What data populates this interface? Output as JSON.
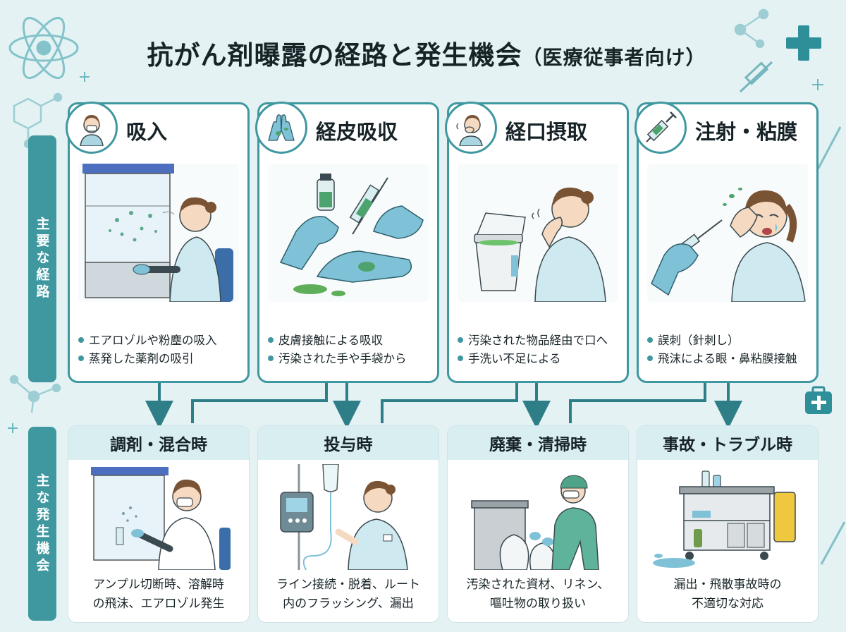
{
  "title": "抗がん剤曝露の経路と発生機会",
  "subtitle": "（医療従事者向け）",
  "side_labels": {
    "routes": "主要な経路",
    "opportunities": "主な発生機会"
  },
  "routes": [
    {
      "title": "吸入",
      "icon": "masked-worker-icon",
      "bullets": [
        "エアロゾルや粉塵の吸入",
        "蒸発した薬剤の吸引"
      ]
    },
    {
      "title": "経皮吸収",
      "icon": "gloves-icon",
      "bullets": [
        "皮膚接触による吸収",
        "汚染された手や手袋から"
      ]
    },
    {
      "title": "経口摂取",
      "icon": "mouth-touch-icon",
      "bullets": [
        "汚染された物品経由で口へ",
        "手洗い不足による"
      ]
    },
    {
      "title": "注射・粘膜",
      "icon": "syringe-icon",
      "bullets": [
        "誤刺（針刺し）",
        "飛沫による眼・鼻粘膜接触"
      ]
    }
  ],
  "opportunities": [
    {
      "title": "調剤・混合時",
      "lines": [
        "アンプル切断時、溶解時",
        "の飛沫、エアロゾル発生"
      ]
    },
    {
      "title": "投与時",
      "lines": [
        "ライン接続・脱着、ルート",
        "内のフラッシング、漏出"
      ]
    },
    {
      "title": "廃棄・清掃時",
      "lines": [
        "汚染された資材、リネン、",
        "嘔吐物の取り扱い"
      ]
    },
    {
      "title": "事故・トラブル時",
      "lines": [
        "漏出・飛散事故時の",
        "不適切な対応"
      ]
    }
  ],
  "colors": {
    "accent": "#3f98a0",
    "background": "#e4f2f4",
    "header_tint": "#d9eef0"
  }
}
